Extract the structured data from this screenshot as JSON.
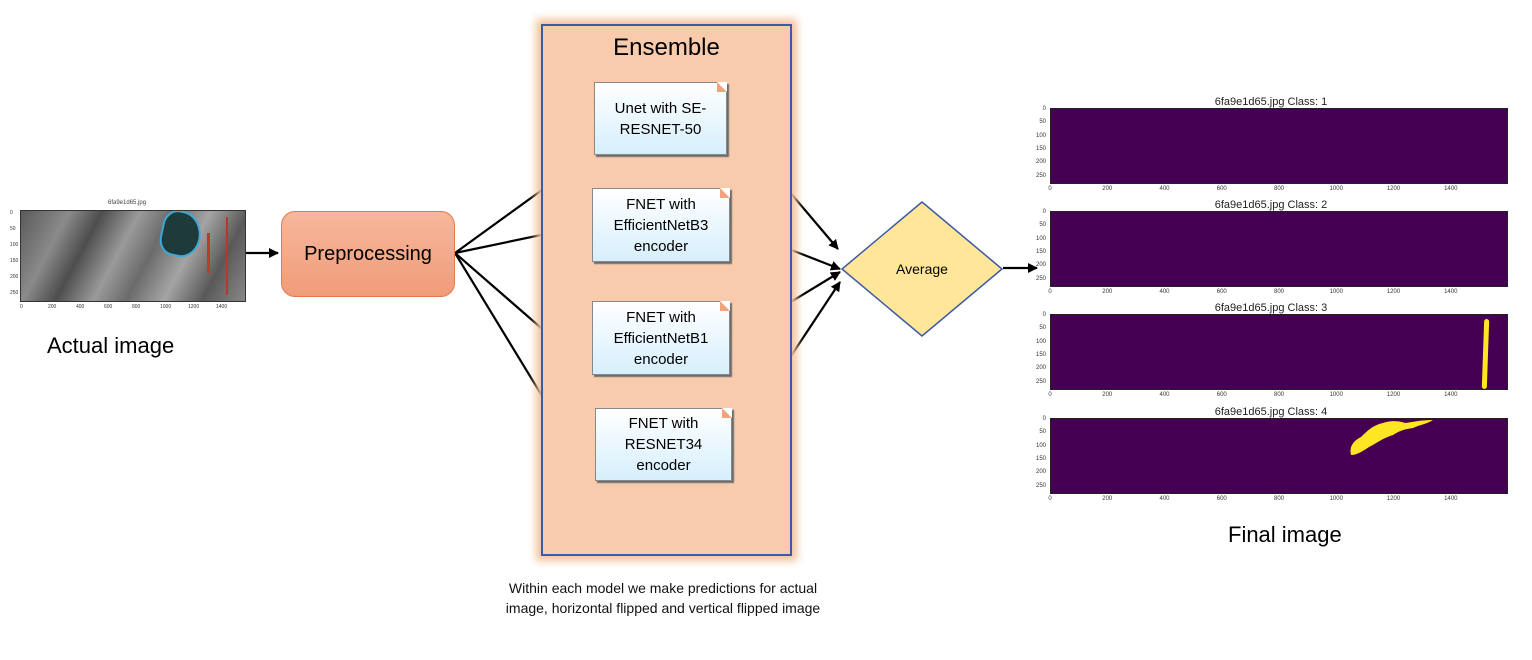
{
  "actual_image": {
    "caption": "Actual image",
    "title": "6fa9e1d65.jpg",
    "y_ticks": [
      "0",
      "50",
      "100",
      "150",
      "200",
      "250"
    ],
    "x_ticks": [
      "0",
      "200",
      "400",
      "600",
      "800",
      "1000",
      "1200",
      "1400"
    ]
  },
  "preprocessing": {
    "label": "Preprocessing"
  },
  "ensemble": {
    "title": "Ensemble",
    "models": [
      {
        "line1": "Unet with SE-",
        "line2": "RESNET-50",
        "line3": ""
      },
      {
        "line1": "FNET with",
        "line2": "EfficientNetB3",
        "line3": "encoder"
      },
      {
        "line1": "FNET with",
        "line2": "EfficientNetB1",
        "line3": "encoder"
      },
      {
        "line1": "FNET with",
        "line2": "RESNET34",
        "line3": "encoder"
      }
    ],
    "note": "Within each model we make predictions for actual image, horizontal flipped and vertical flipped image"
  },
  "average": {
    "label": "Average"
  },
  "final_image": {
    "caption": "Final image",
    "panels": [
      {
        "title": "6fa9e1d65.jpg   Class: 1"
      },
      {
        "title": "6fa9e1d65.jpg   Class: 2"
      },
      {
        "title": "6fa9e1d65.jpg   Class: 3"
      },
      {
        "title": "6fa9e1d65.jpg   Class: 4"
      }
    ],
    "y_ticks": [
      "0",
      "50",
      "100",
      "150",
      "200",
      "250"
    ],
    "x_ticks": [
      "0",
      "200",
      "400",
      "600",
      "800",
      "1000",
      "1200",
      "1400"
    ]
  },
  "colors": {
    "preprocessing_fill": "#f4a582",
    "ensemble_fill": "#f8cbad",
    "ensemble_border": "#3e5aa6",
    "average_fill": "#ffe699",
    "mask_background": "#440154",
    "mask_defect": "#fde725"
  }
}
